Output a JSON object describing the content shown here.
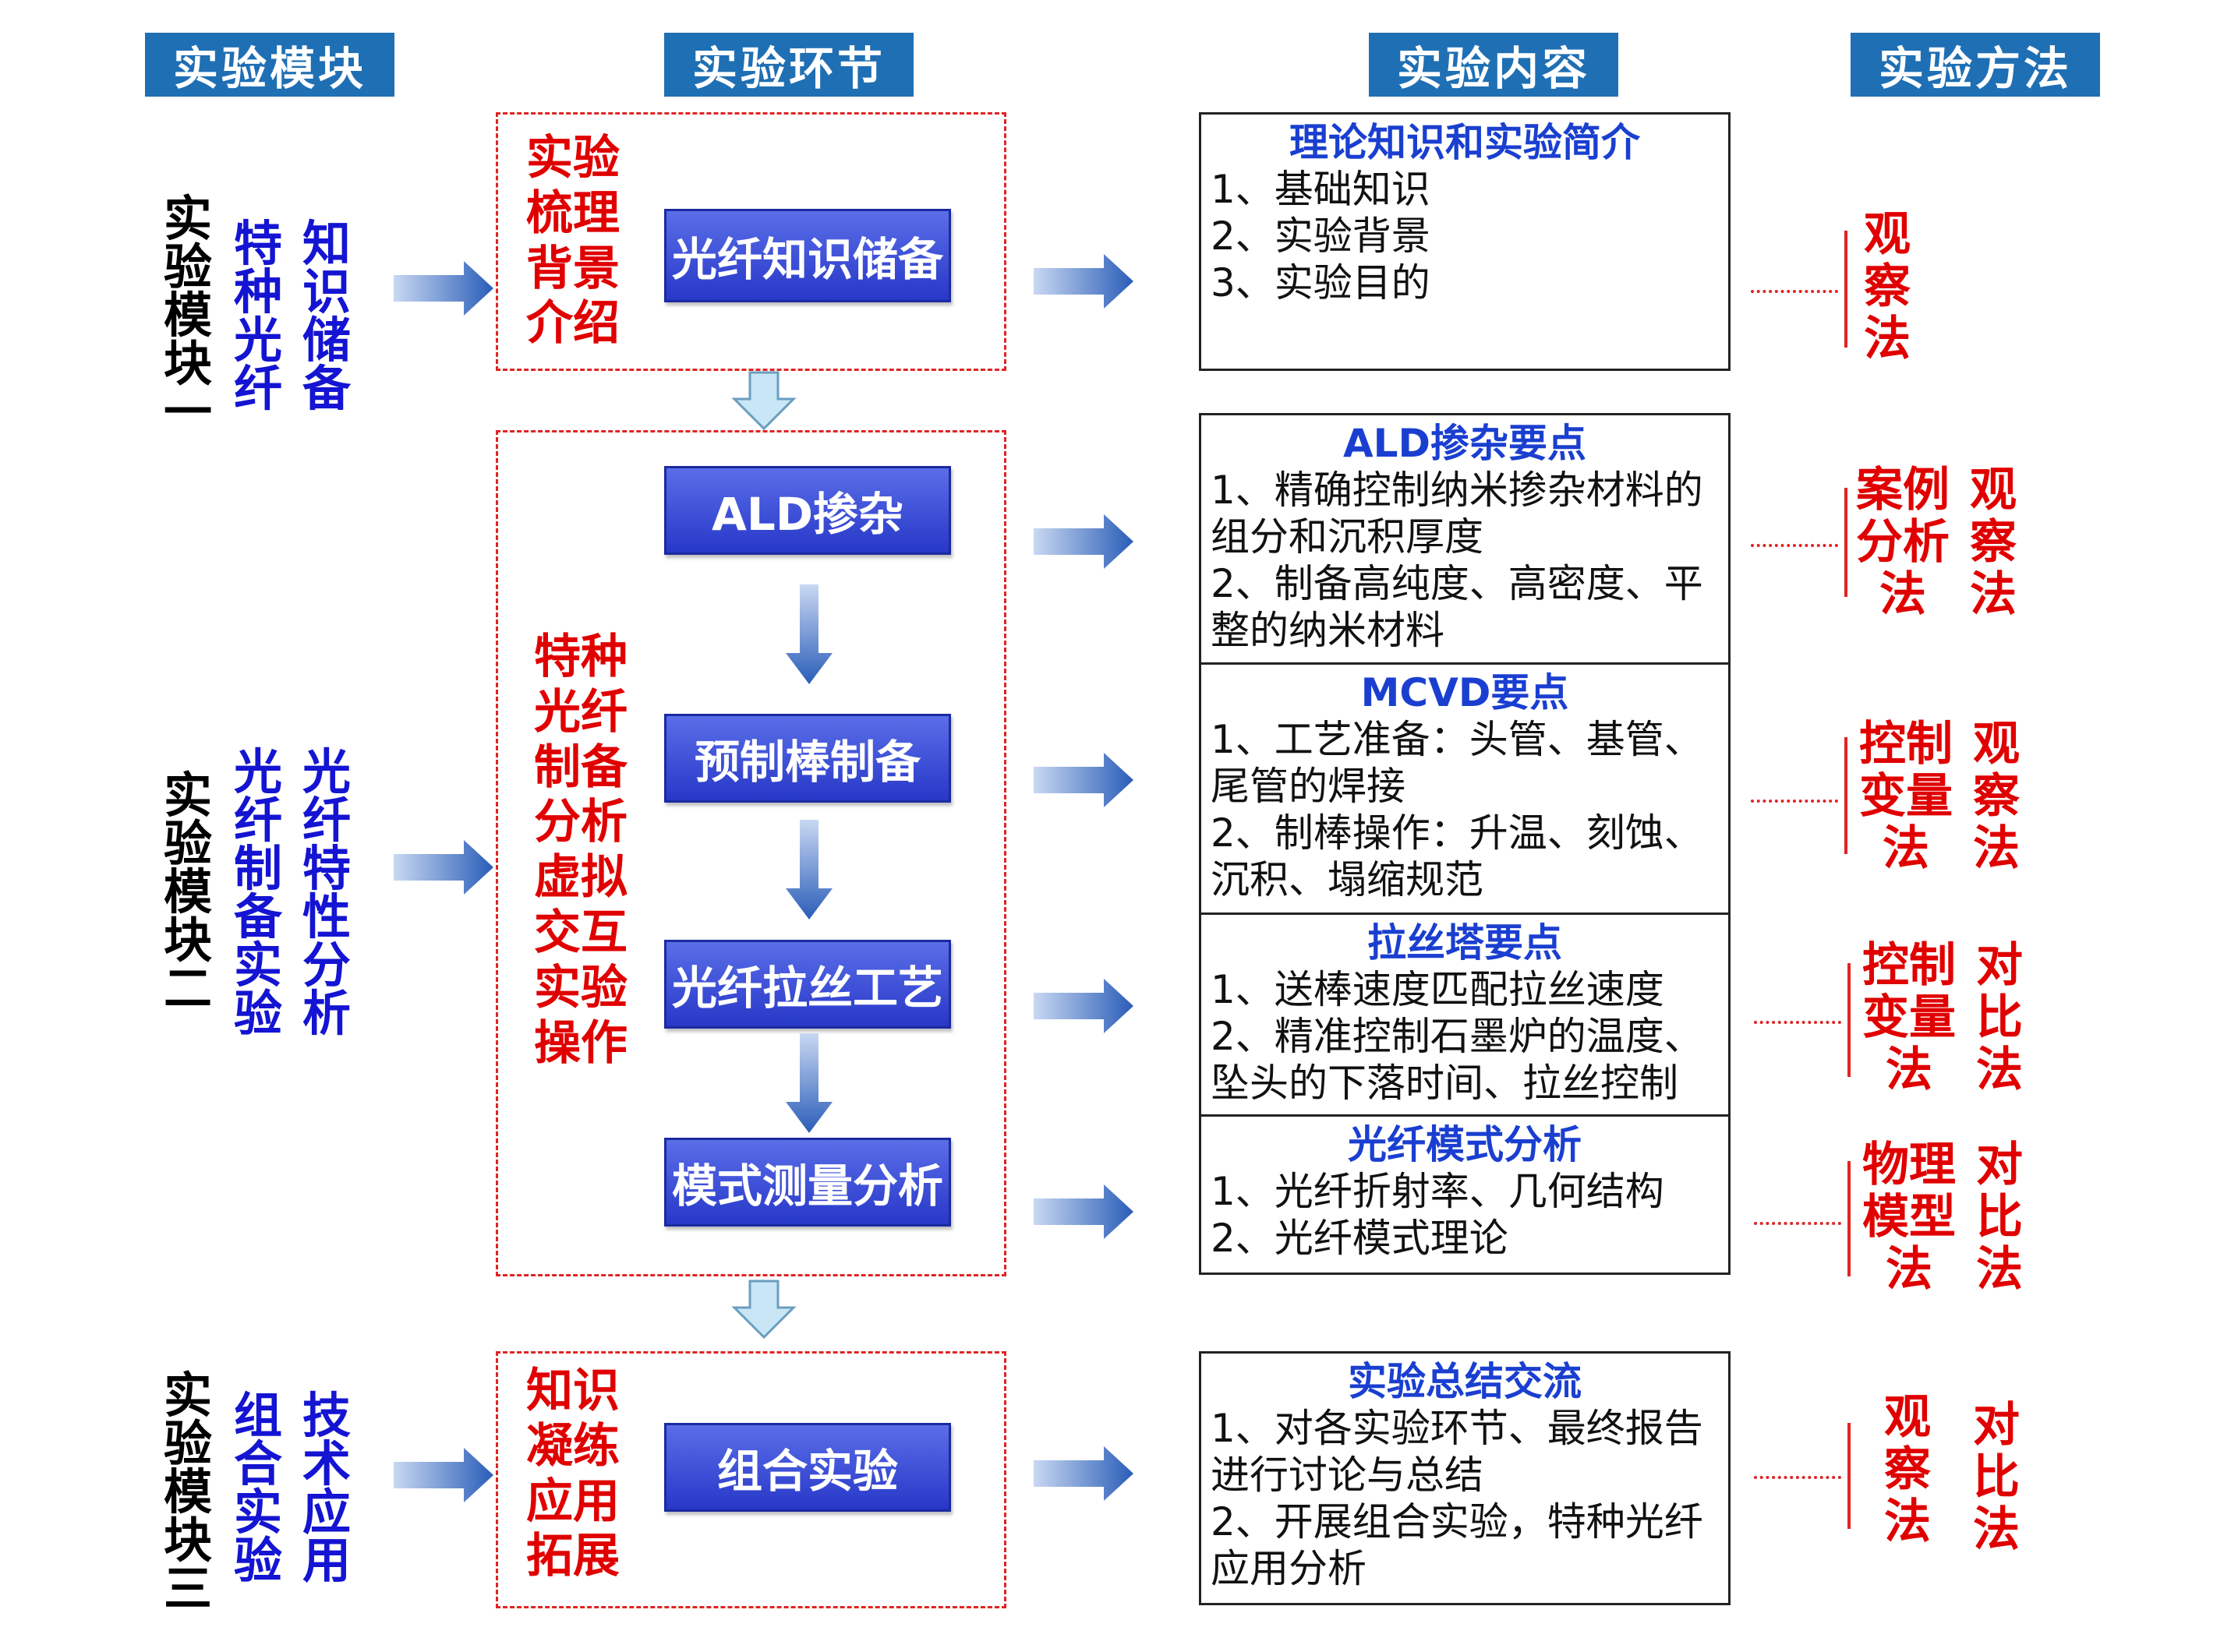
{
  "headers": {
    "module": "实验模块",
    "step": "实验环节",
    "content": "实验内容",
    "method": "实验方法"
  },
  "modules": [
    {
      "label": [
        "实",
        "验",
        "模",
        "块",
        "一"
      ],
      "sub1": [
        "特",
        "种",
        "光",
        "纤"
      ],
      "sub2": [
        "知",
        "识",
        "储",
        "备"
      ]
    },
    {
      "label": [
        "实",
        "验",
        "模",
        "块",
        "二"
      ],
      "sub1": [
        "光",
        "纤",
        "制",
        "备",
        "实",
        "验"
      ],
      "sub2": [
        "光",
        "纤",
        "特",
        "性",
        "分",
        "析"
      ]
    },
    {
      "label": [
        "实",
        "验",
        "模",
        "块",
        "三"
      ],
      "sub1": [
        "组",
        "合",
        "实",
        "验"
      ],
      "sub2": [
        "技",
        "术",
        "应",
        "用"
      ]
    }
  ],
  "stage_labels": [
    [
      "实验",
      "梳理",
      "背景",
      "介绍"
    ],
    [
      "特种",
      "光纤",
      "制备",
      "分析",
      "虚拟",
      "交互",
      "实验",
      "操作"
    ],
    [
      "知识",
      "凝练",
      "应用",
      "拓展"
    ]
  ],
  "steps": [
    "光纤知识储备",
    "ALD掺杂",
    "预制棒制备",
    "光纤拉丝工艺",
    "模式测量分析",
    "组合实验"
  ],
  "contents": [
    {
      "title": "理论知识和实验简介",
      "lines": [
        "1、基础知识",
        "2、实验背景",
        "3、实验目的"
      ]
    },
    {
      "title": "ALD掺杂要点",
      "lines": [
        "1、精确控制纳米掺杂材料的组分和沉积厚度",
        "2、制备高纯度、高密度、平整的纳米材料"
      ]
    },
    {
      "title": "MCVD要点",
      "lines": [
        "1、工艺准备：头管、基管、尾管的焊接",
        "2、制棒操作：升温、刻蚀、沉积、塌缩规范"
      ]
    },
    {
      "title": "拉丝塔要点",
      "lines": [
        "1、送棒速度匹配拉丝速度",
        "2、精准控制石墨炉的温度、坠头的下落时间、拉丝控制"
      ]
    },
    {
      "title": "光纤模式分析",
      "lines": [
        "1、光纤折射率、几何结构",
        "2、光纤模式理论"
      ]
    },
    {
      "title": "实验总结交流",
      "lines": [
        "1、对各实验环节、最终报告进行讨论与总结",
        "2、开展组合实验，特种光纤应用分析"
      ]
    }
  ],
  "methods": [
    {
      "col1": [
        "观",
        "察",
        "法"
      ],
      "col2": []
    },
    {
      "col1": [
        "案例",
        "分析",
        "法"
      ],
      "col2": [
        "观",
        "察",
        "法"
      ]
    },
    {
      "col1": [
        "控制",
        "变量",
        "法"
      ],
      "col2": [
        "观",
        "察",
        "法"
      ]
    },
    {
      "col1": [
        "控制",
        "变量",
        "法"
      ],
      "col2": [
        "对",
        "比",
        "法"
      ]
    },
    {
      "col1": [
        "物理",
        "模型",
        "法"
      ],
      "col2": [
        "对",
        "比",
        "法"
      ]
    },
    {
      "col1": [
        "观",
        "察",
        "法"
      ],
      "col2": [
        "对",
        "比",
        "法"
      ]
    }
  ],
  "colors": {
    "header_bg": "#1f6fb4",
    "accent_red": "#e00000",
    "accent_blue": "#1414d2",
    "step_blue": "#2f45d0"
  }
}
